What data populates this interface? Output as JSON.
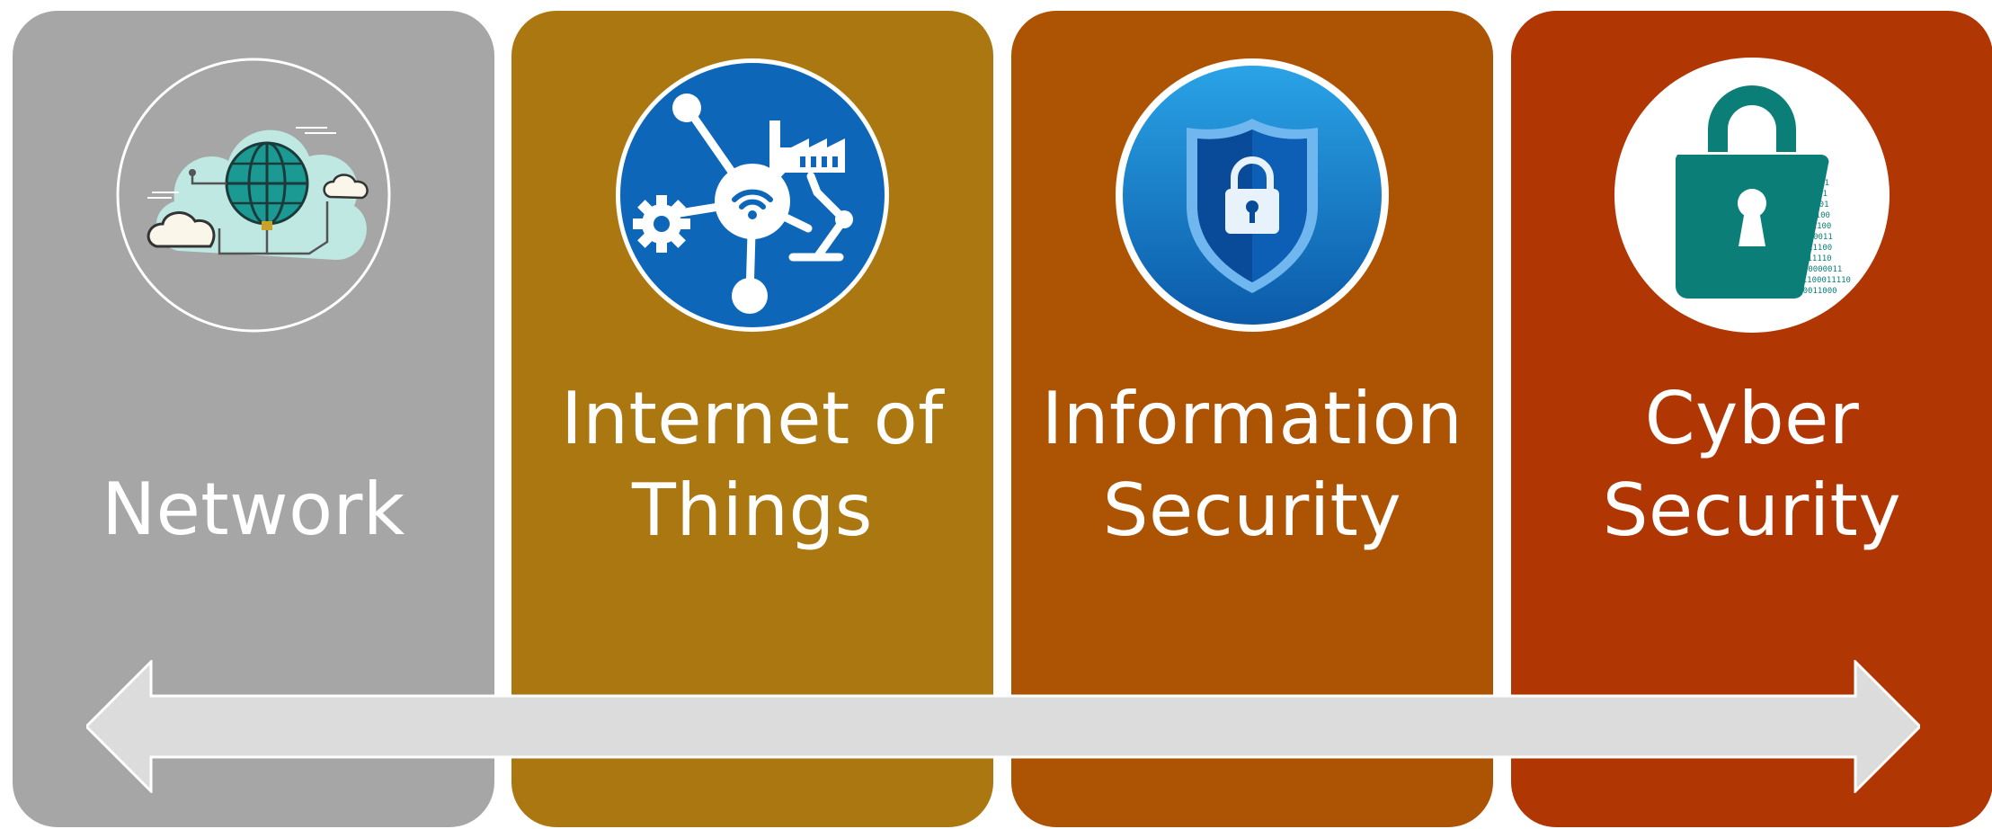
{
  "colors": {
    "network": "#a6a6a6",
    "iot": "#ab7710",
    "information_security": "#ac5403",
    "cyber_security": "#b03603",
    "arrow": "#dcdcdc"
  },
  "panels": [
    {
      "icon": "cloud-network-globe-icon",
      "lines": [
        "Network"
      ]
    },
    {
      "icon": "iot-hub-icon",
      "lines": [
        "Internet of",
        "Things"
      ]
    },
    {
      "icon": "shield-lock-icon",
      "lines": [
        "Information",
        "Security"
      ]
    },
    {
      "icon": "padlock-binary-icon",
      "lines": [
        "Cyber",
        "Security"
      ]
    }
  ]
}
